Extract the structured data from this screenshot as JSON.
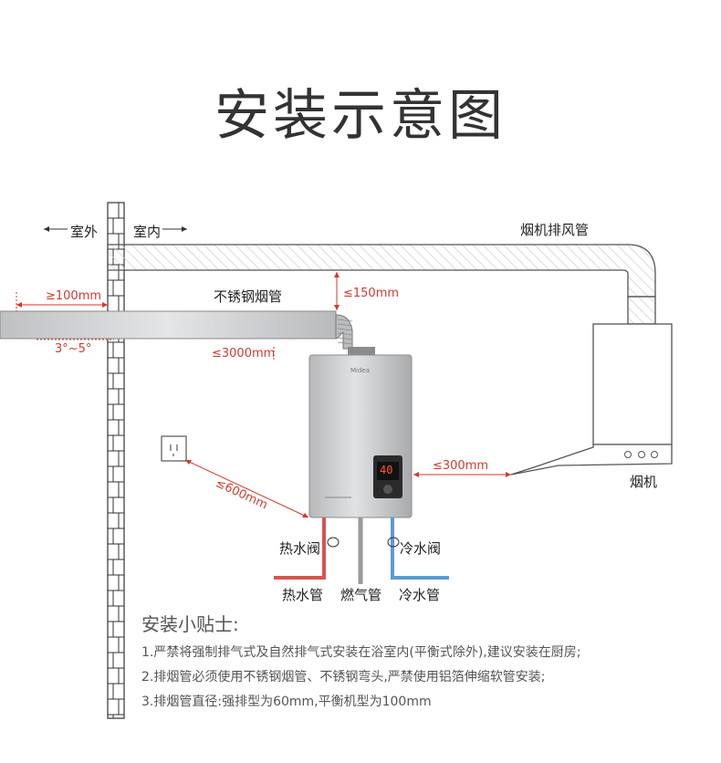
{
  "title": "安装示意图",
  "labels": {
    "outdoor": "室外",
    "indoor": "室内",
    "hood_exhaust_pipe": "烟机排风管",
    "steel_flue": "不锈钢烟管",
    "range_hood": "烟机",
    "hot_valve": "热水阀",
    "cold_valve": "冷水阀",
    "hot_pipe": "热水管",
    "gas_pipe": "燃气管",
    "cold_pipe": "冷水管"
  },
  "dimensions": {
    "wall_protrusion": "≥100mm",
    "tilt": "3°~5°",
    "clearance_top": "≤150mm",
    "flue_length": "≤3000mm",
    "hood_distance": "≤300mm",
    "socket_distance": "≤600mm"
  },
  "heater": {
    "brand": "Midea",
    "display": "40"
  },
  "tips": {
    "heading": "安装小贴士:",
    "items": [
      "1.严禁将强制排气式及自然排气式安装在浴室内(平衡式除外),建议安装在厨房;",
      "2.排烟管必须使用不锈钢烟管、不锈钢弯头,严禁使用铝箔伸缩软管安装;",
      "3.排烟管直径:强排型为60mm,平衡机型为100mm"
    ]
  },
  "colors": {
    "dimension": "#d03a2f",
    "hot_pipe": "#d9534f",
    "cold_pipe": "#5b9bd5",
    "gas_pipe": "#9a9a9a"
  }
}
